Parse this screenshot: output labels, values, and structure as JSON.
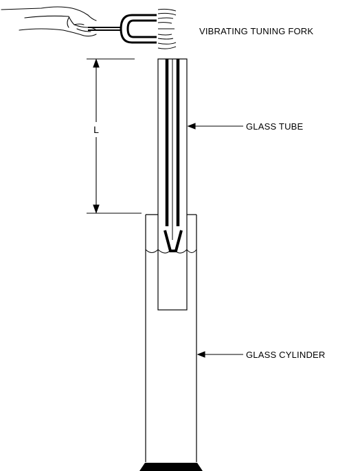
{
  "labels": {
    "tuning_fork": "VIBRATING TUNING FORK",
    "glass_tube": "GLASS TUBE",
    "glass_cylinder": "GLASS CYLINDER",
    "length": "L"
  },
  "colors": {
    "line": "#000000",
    "background": "#ffffff"
  }
}
